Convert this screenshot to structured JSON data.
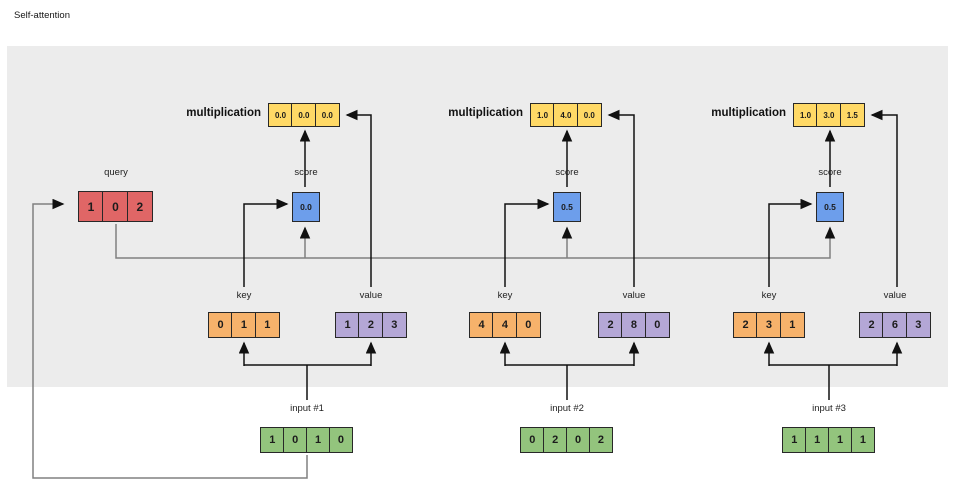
{
  "title": "Self-attention",
  "labels": {
    "multiplication": "multiplication",
    "score": "score",
    "key": "key",
    "value": "value"
  },
  "query": {
    "label": "query",
    "values": [
      "1",
      "0",
      "2"
    ]
  },
  "columns": [
    {
      "input_label": "input #1",
      "multiplication": [
        "0.0",
        "0.0",
        "0.0"
      ],
      "score": "0.0",
      "key": [
        "0",
        "1",
        "1"
      ],
      "value": [
        "1",
        "2",
        "3"
      ],
      "input": [
        "1",
        "0",
        "1",
        "0"
      ]
    },
    {
      "input_label": "input #2",
      "multiplication": [
        "1.0",
        "4.0",
        "0.0"
      ],
      "score": "0.5",
      "key": [
        "4",
        "4",
        "0"
      ],
      "value": [
        "2",
        "8",
        "0"
      ],
      "input": [
        "0",
        "2",
        "0",
        "2"
      ]
    },
    {
      "input_label": "input #3",
      "multiplication": [
        "1.0",
        "3.0",
        "1.5"
      ],
      "score": "0.5",
      "key": [
        "2",
        "3",
        "1"
      ],
      "value": [
        "2",
        "6",
        "3"
      ],
      "input": [
        "1",
        "1",
        "1",
        "1"
      ]
    }
  ],
  "colors": {
    "panel": "#ececec",
    "query_box": "#e06666",
    "multiplication_box": "#ffd966",
    "score_box": "#6d9eeb",
    "key_box": "#f6b26b",
    "value_box": "#b4a7d6",
    "input_box": "#93c47d",
    "line_black": "#111111",
    "line_gray": "#808080"
  }
}
